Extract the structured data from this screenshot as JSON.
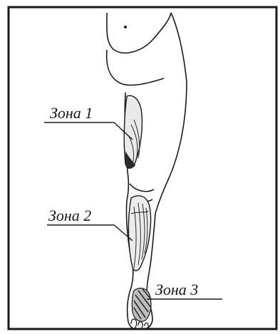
{
  "labels": {
    "zone1": "Зона 1",
    "zone2": "Зона 2",
    "zone3": "Зона 3"
  },
  "colors": {
    "ink": "#1a1a1a",
    "background": "#ffffff",
    "shading": "#2a2a2a"
  }
}
